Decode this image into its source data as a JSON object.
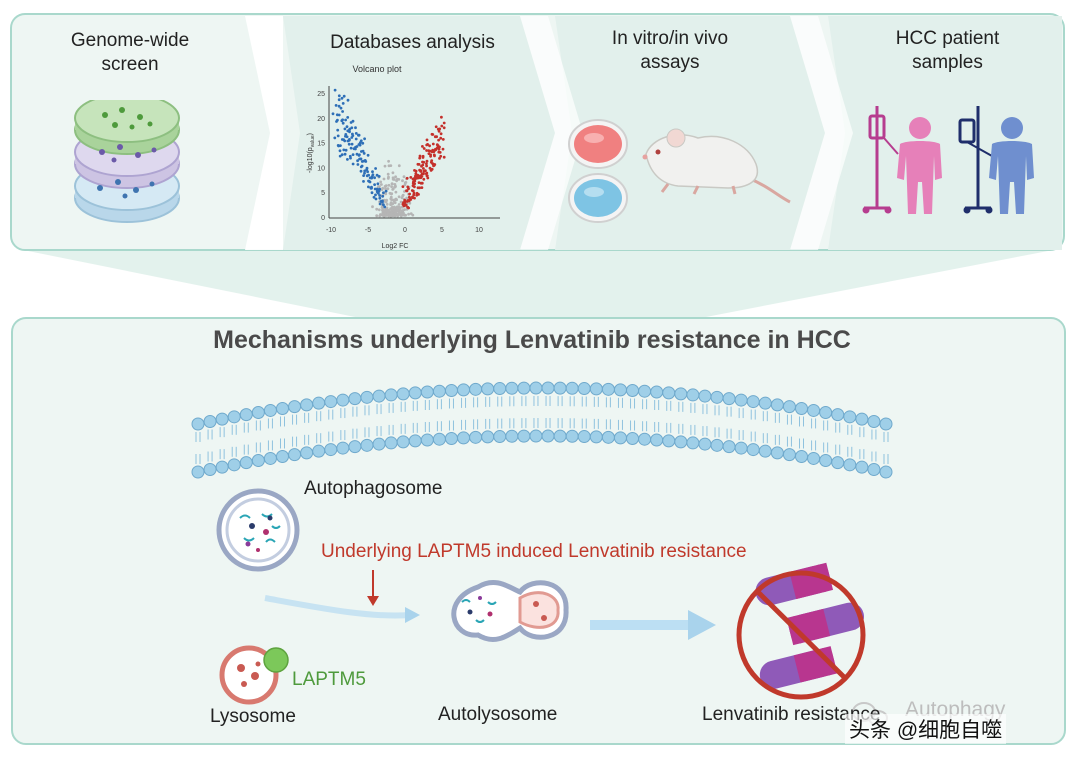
{
  "panels": [
    {
      "label": "Genome-wide\nscreen"
    },
    {
      "label": "Databases analysis"
    },
    {
      "label": "In vitro/in vivo\nassays"
    },
    {
      "label": "HCC patient\nsamples"
    }
  ],
  "volcano": {
    "title": "Volcano plot",
    "xlabel": "Log2 FC",
    "ylabel": "-log10(p",
    "ylabel_sub": "value",
    "yticks": [
      "25",
      "20",
      "15",
      "10",
      "5",
      "0"
    ],
    "xticks": [
      "-10",
      "-5",
      "0",
      "5",
      "10"
    ]
  },
  "main_title": "Mechanisms underlying Lenvatinib resistance in HCC",
  "labels": {
    "autophagosome": "Autophagosome",
    "underlying": "Underlying LAPTM5 induced Lenvatinib resistance",
    "laptm5": "LAPTM5",
    "lysosome": "Lysosome",
    "autolysosome": "Autolysosome",
    "lenvatinib": "Lenvatinib resistance"
  },
  "watermark": {
    "brand": "Autophagy",
    "source": "头条 @细胞自噬"
  },
  "colors": {
    "panel_border": "#a9d8cc",
    "panel_bg": "#eef6f3",
    "membrane": "#9fcfe8",
    "volcano_blue": "#2e6fb7",
    "volcano_red": "#c4302b",
    "laptm5_green": "#6dbf4a",
    "no_sign_red": "#c0392b",
    "capsule_purple": "#8f5ab8",
    "capsule_magenta": "#b8368f"
  }
}
